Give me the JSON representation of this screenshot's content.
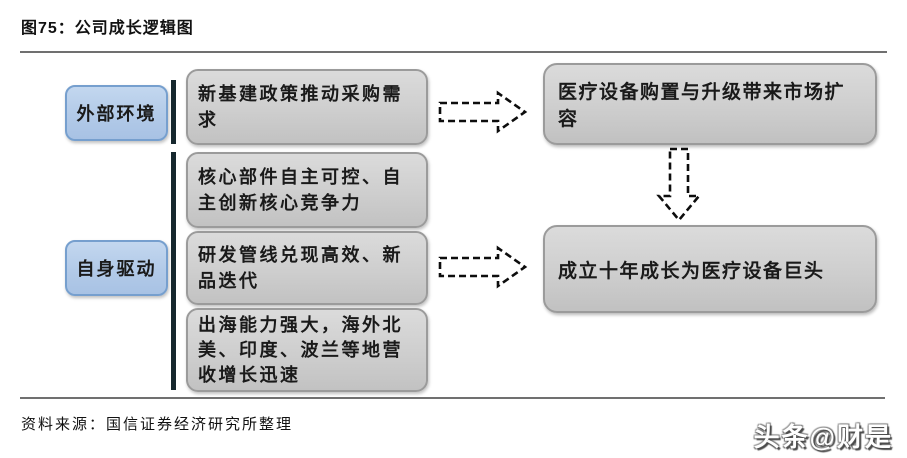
{
  "figure": {
    "title": "图75：公司成长逻辑图",
    "source": "资料来源：国信证券经济研究所整理",
    "watermark": "头条@财是"
  },
  "diagram": {
    "categories": [
      {
        "id": "external-environment",
        "label": "外部环境"
      },
      {
        "id": "self-driven",
        "label": "自身驱动"
      }
    ],
    "drivers": [
      "新基建政策推动采购需求",
      "核心部件自主可控、自主创新核心竞争力",
      "研发管线兑现高效、新品迭代",
      "出海能力强大，海外北美、印度、波兰等地营收增长迅速"
    ],
    "outcomes": [
      "医疗设备购置与升级带来市场扩容",
      "成立十年成长为医疗设备巨头"
    ],
    "arrows": [
      {
        "name": "policy-to-market-expansion",
        "direction": "right",
        "style": "dashed-block"
      },
      {
        "name": "pipeline-to-giant",
        "direction": "right",
        "style": "dashed-block"
      },
      {
        "name": "market-expansion-to-giant",
        "direction": "down",
        "style": "dashed-block"
      }
    ]
  },
  "colors": {
    "category_fill": "#b2cae8",
    "category_border": "#769fce",
    "node_fill": "#cecece",
    "node_border": "#9b9b9b",
    "bracket_line": "#16282e",
    "rule_line": "#707070",
    "arrow_stroke": "#0d0d0d"
  }
}
